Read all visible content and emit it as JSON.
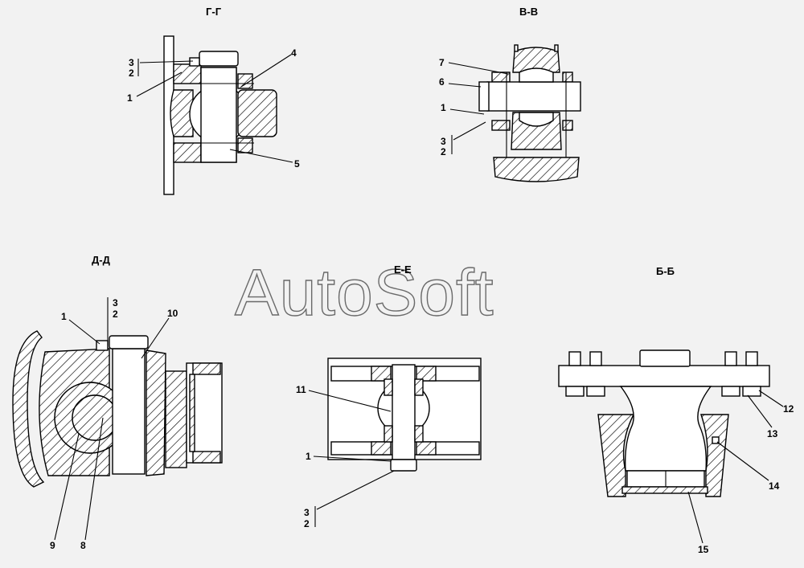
{
  "sections": {
    "gg": "Г-Г",
    "vv": "В-В",
    "dd": "Д-Д",
    "ee": "Е-Е",
    "bb": "Б-Б"
  },
  "callouts": {
    "c1": "1",
    "c2": "2",
    "c3": "3",
    "c4": "4",
    "c5": "5",
    "c6": "6",
    "c7": "7",
    "c8": "8",
    "c9": "9",
    "c10": "10",
    "c11": "11",
    "c12": "12",
    "c13": "13",
    "c14": "14",
    "c15": "15"
  },
  "watermark": "AutoSoft",
  "colors": {
    "background": "#f2f2f2",
    "line": "#000000",
    "watermark": "#6a6a6a"
  }
}
